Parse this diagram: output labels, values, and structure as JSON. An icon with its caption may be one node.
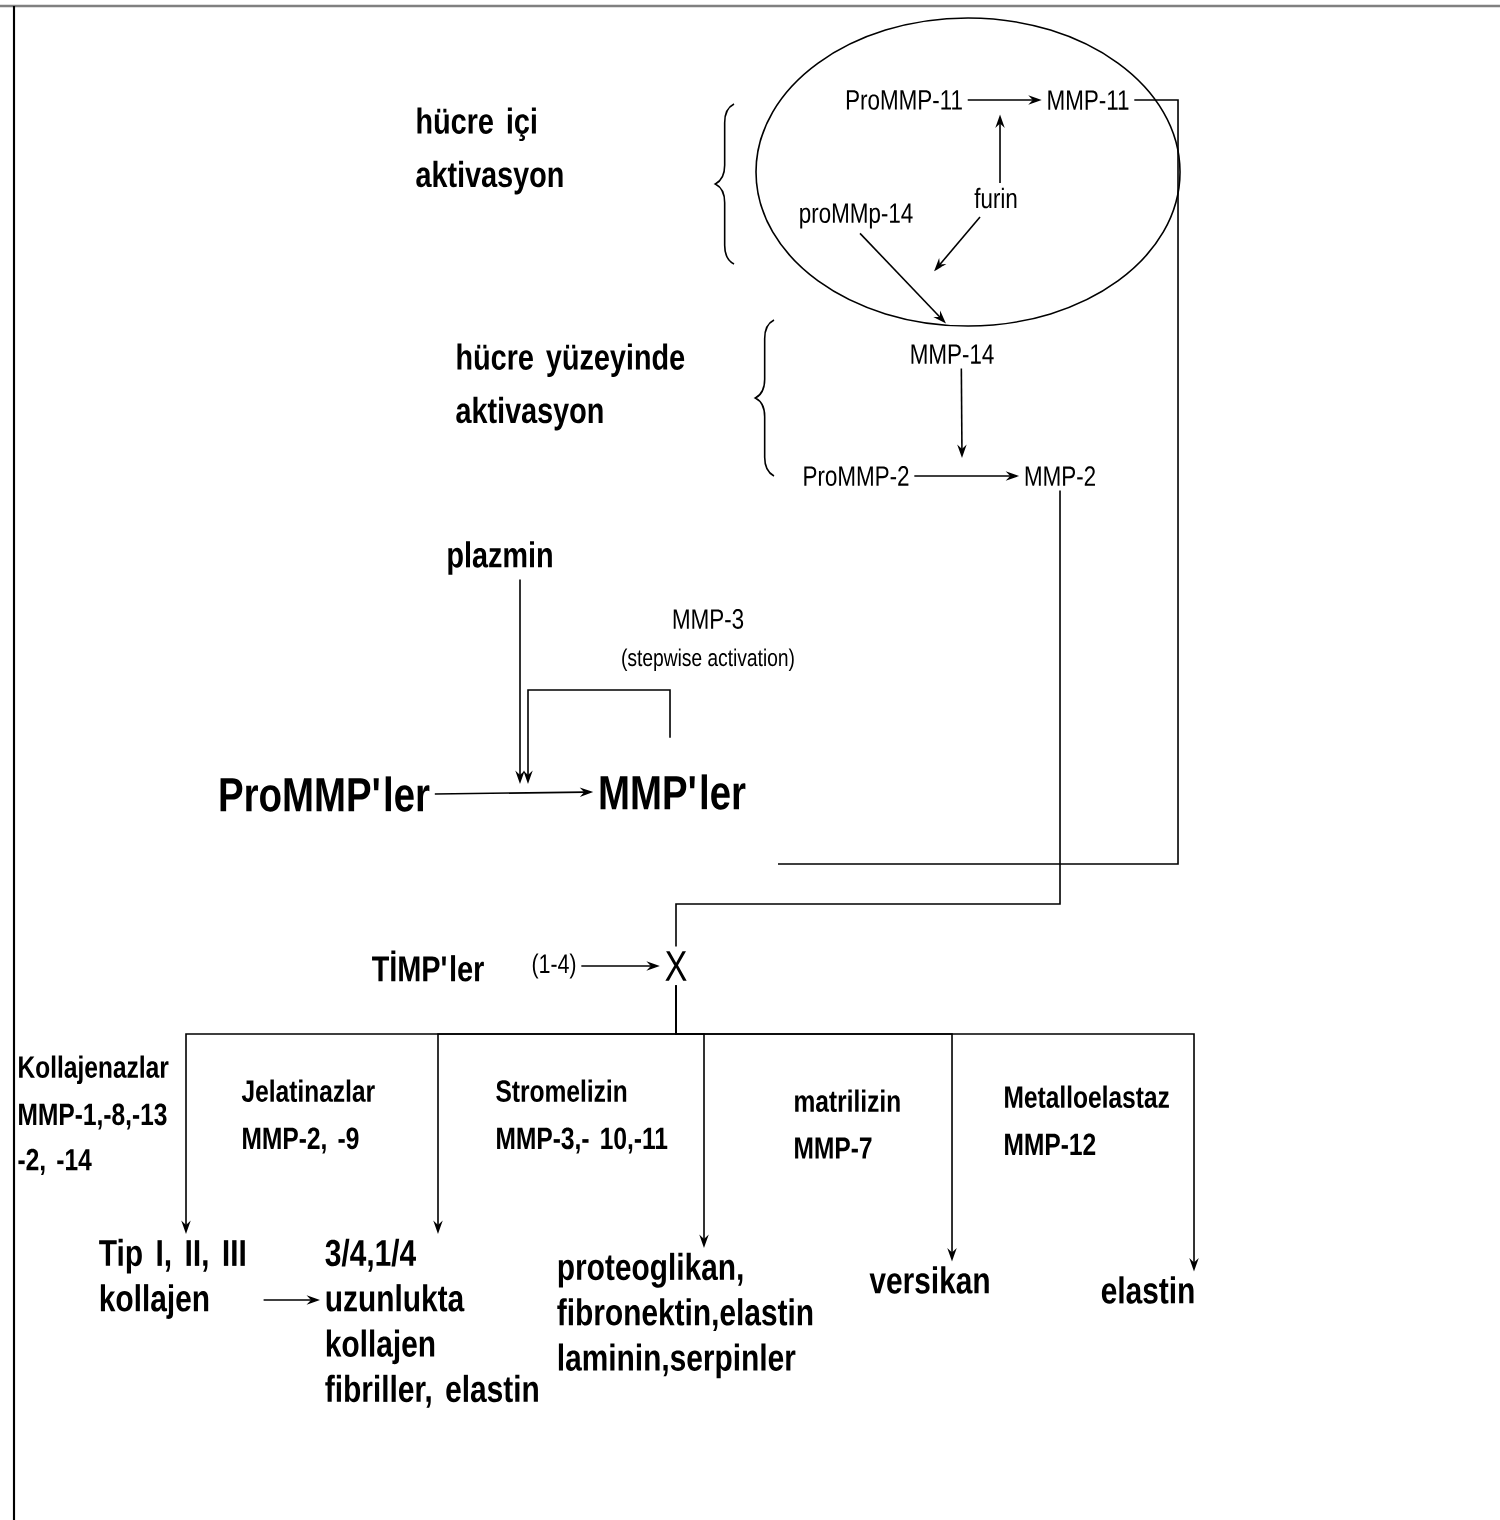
{
  "diagram": {
    "nodes": [
      {
        "text": [],
        "shape": "ellipse"
      },
      {
        "text": [
          "ProMMP-11"
        ],
        "in": 0
      },
      {
        "text": [
          "MMP-11"
        ],
        "in": 0
      },
      {
        "text": [
          "furin"
        ],
        "in": 0
      },
      {
        "text": [
          "proMMp-14"
        ],
        "in": 0
      },
      {
        "text": [
          "MMP-14"
        ]
      },
      {
        "text": [
          "ProMMP-2"
        ]
      },
      {
        "text": [
          "MMP-2"
        ]
      },
      {
        "text": [
          "plazmin"
        ]
      },
      {
        "text": [
          "MMP-3",
          "(stepwise activation)"
        ]
      },
      {
        "text": [
          "ProMMP'ler"
        ]
      },
      {
        "text": [
          "MMP'ler"
        ]
      },
      {
        "text": [
          "TİMP'ler"
        ]
      },
      {
        "text": [
          "(1-4)"
        ]
      },
      {
        "text": [
          "X"
        ]
      },
      {
        "text": [
          "Tip I, II, III kollajen"
        ]
      },
      {
        "text": [
          "3/4,1/4 uzunlukta kollajen fibriller, elastin"
        ]
      },
      {
        "text": [
          "proteoglikan, fibronektin,elastin laminin,serpinler"
        ]
      },
      {
        "text": [
          "versikan"
        ]
      },
      {
        "text": [
          "elastin"
        ]
      }
    ],
    "edges": [
      {
        "from": 1,
        "to": 2,
        "arrow": "to"
      },
      {
        "from": 3,
        "to": 1,
        "arrow": "to"
      },
      {
        "from": 3,
        "to": 4,
        "arrow": "to"
      },
      {
        "from": 4,
        "to": 5,
        "arrow": "to"
      },
      {
        "from": 5,
        "to": null,
        "arrow": "to"
      },
      {
        "from": 6,
        "to": 7,
        "arrow": "to"
      },
      {
        "from": 2,
        "to": null,
        "arrow": "none"
      },
      {
        "from": 7,
        "to": 14,
        "arrow": "none"
      },
      {
        "from": 8,
        "to": null,
        "arrow": "to"
      },
      {
        "from": 9,
        "to": null,
        "arrow": "to"
      },
      {
        "from": 10,
        "to": 11,
        "arrow": "to"
      },
      {
        "from": 13,
        "to": 14,
        "arrow": "to"
      },
      {
        "from": 14,
        "to": 15,
        "arrow": "to"
      },
      {
        "from": 14,
        "to": 16,
        "arrow": "to"
      },
      {
        "from": 14,
        "to": 17,
        "arrow": "to"
      },
      {
        "from": 14,
        "to": 18,
        "arrow": "to"
      },
      {
        "from": 14,
        "to": 19,
        "arrow": "to"
      },
      {
        "from": 15,
        "to": 16,
        "arrow": "to"
      }
    ],
    "labels": [
      "hücre içi aktivasyon",
      "hücre yüzeyinde aktivasyon",
      "Kollajenazlar",
      "MMP-1,-8,-13 -2, -14",
      "Jelatinazlar",
      "MMP-2, -9",
      "Stromelizin",
      "MMP-3,- 10,-11",
      "matrilizin",
      "MMP-7",
      "Metalloelastaz",
      "MMP-12"
    ]
  }
}
